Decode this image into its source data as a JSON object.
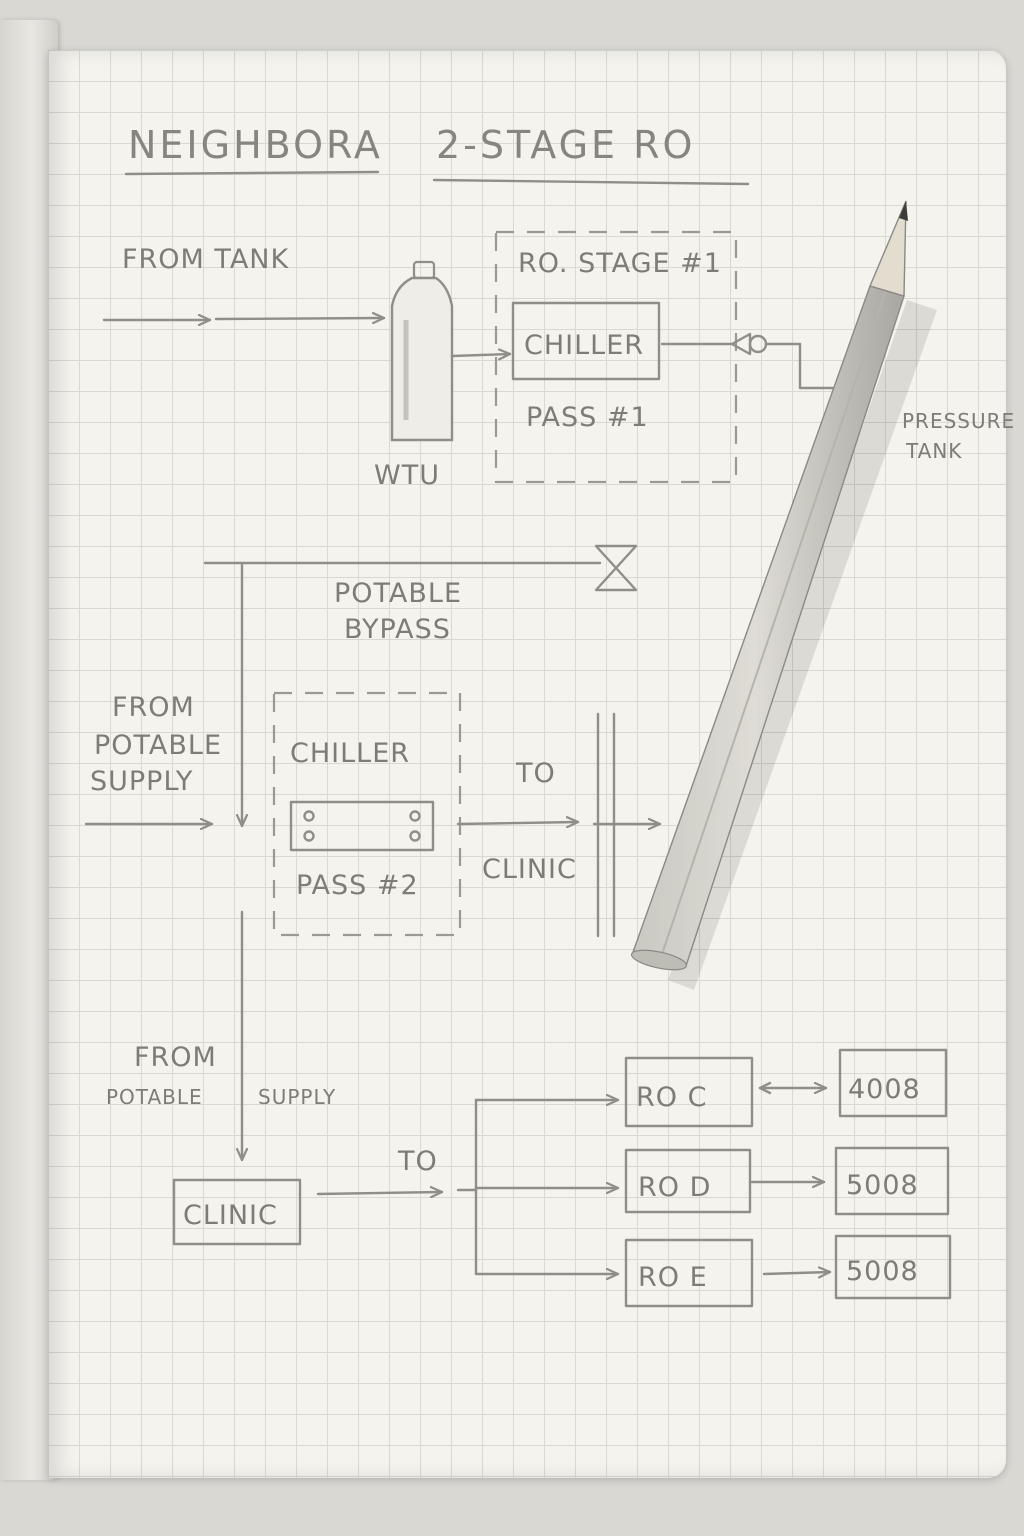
{
  "title": {
    "part1": "NEIGHBORA",
    "part2": "2-STAGE RO"
  },
  "stage1": {
    "from_label": "FROM TANK",
    "wtu_label": "WTU",
    "group_label": "RO. STAGE #1",
    "chiller_label": "CHILLER",
    "pass_label": "PASS #1",
    "pressure_tank_label_line1": "PRESSURE",
    "pressure_tank_label_line2": "TANK"
  },
  "bypass": {
    "label_line1": "POTABLE",
    "label_line2": "BYPASS"
  },
  "stage2": {
    "from_line1": "FROM",
    "from_line2": "POTABLE",
    "from_line3": "SUPPLY",
    "chiller_label": "CHILLER",
    "pass_label": "PASS #2",
    "to_label": "TO",
    "clinic_label": "CLINIC"
  },
  "distribution": {
    "from_line1": "FROM",
    "from_line2": "POTABLE",
    "from_supply": "SUPPLY",
    "clinic_box": "CLINIC",
    "to_label": "TO",
    "units": [
      {
        "name": "RO C",
        "value": "4008"
      },
      {
        "name": "RO D",
        "value": "5008"
      },
      {
        "name": "RO E",
        "value": "5008"
      }
    ]
  }
}
